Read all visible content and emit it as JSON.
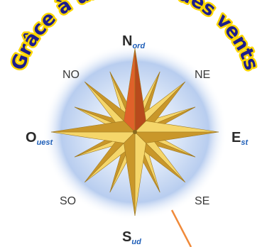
{
  "title": "Grâce à une rose des vents",
  "cardinals": {
    "north": {
      "initial": "N",
      "rest": "ord"
    },
    "south": {
      "initial": "S",
      "rest": "ud"
    },
    "east": {
      "initial": "E",
      "rest": "st"
    },
    "west": {
      "initial": "O",
      "rest": "uest"
    }
  },
  "intercardinals": {
    "northwest": "NO",
    "northeast": "NE",
    "southwest": "SO",
    "southeast": "SE"
  },
  "colors": {
    "title_fill": "#1e1e8c",
    "title_outline": "#ffd700",
    "star_gold_light": "#f5d66a",
    "star_gold_dark": "#c9972a",
    "north_point": "#e0612a",
    "halo": "#b8cdef",
    "arrow": "#f08a3a",
    "accent_blue": "#1f5fb8"
  }
}
